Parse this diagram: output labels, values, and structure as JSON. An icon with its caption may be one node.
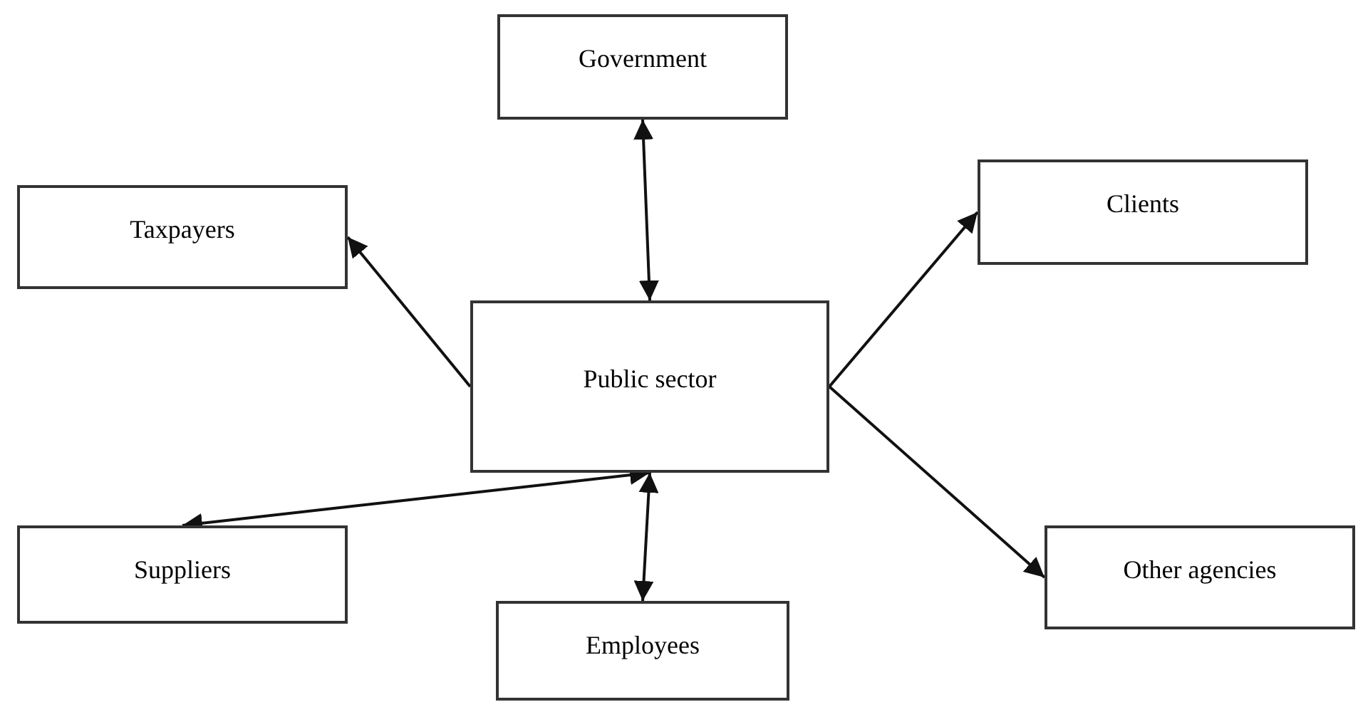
{
  "diagram": {
    "nodes": [
      {
        "text": [
          "Government"
        ]
      },
      {
        "text": [
          "Taxpayers"
        ]
      },
      {
        "text": [
          "Clients"
        ]
      },
      {
        "text": [
          "Public sector"
        ]
      },
      {
        "text": [
          "Suppliers"
        ]
      },
      {
        "text": [
          "Other agencies"
        ]
      },
      {
        "text": [
          "Employees"
        ]
      }
    ],
    "edges": [
      {
        "from": 3,
        "to": 0,
        "arrow": "both"
      },
      {
        "from": 3,
        "to": 1,
        "arrow": "to"
      },
      {
        "from": 3,
        "to": 2,
        "arrow": "to"
      },
      {
        "from": 3,
        "to": 4,
        "arrow": "both"
      },
      {
        "from": 3,
        "to": 5,
        "arrow": "to"
      },
      {
        "from": 3,
        "to": 6,
        "arrow": "both"
      }
    ]
  }
}
